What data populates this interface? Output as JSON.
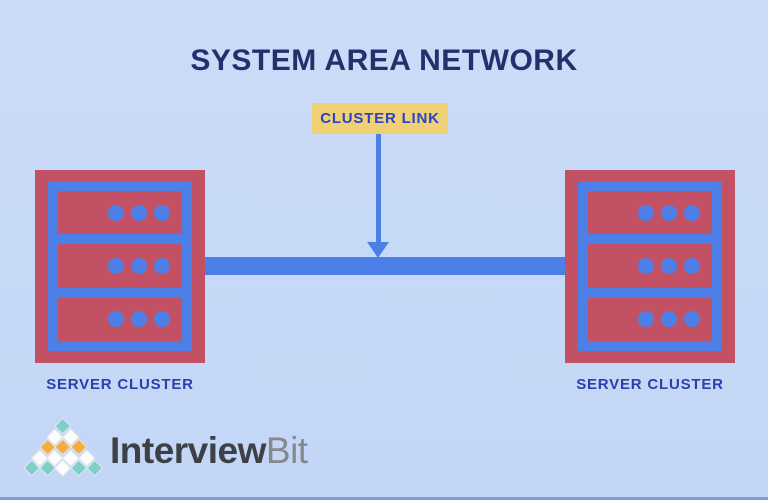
{
  "title": "SYSTEM AREA NETWORK",
  "cluster_link": {
    "label": "CLUSTER LINK",
    "bg": "#efd077",
    "text_color": "#2a44c2"
  },
  "connector": {
    "color": "#4c80e8",
    "style": "thick horizontal bar with downward arrow from cluster link label"
  },
  "servers": {
    "left": {
      "label": "SERVER CLUSTER"
    },
    "right": {
      "label": "SERVER CLUSTER"
    },
    "rows_per_server": 3,
    "dots_per_row": 3,
    "body_color": "#c25263",
    "frame_color": "#4c80e8"
  },
  "logo": {
    "text_primary": "Interview",
    "text_secondary": "Bit",
    "pyramid_rows": [
      [
        "teal"
      ],
      [
        "white",
        "white"
      ],
      [
        "orange",
        "orange",
        "orange"
      ],
      [
        "white",
        "white",
        "white",
        "white"
      ],
      [
        "teal",
        "teal",
        "white",
        "teal",
        "teal"
      ]
    ],
    "palette": {
      "teal": "#7fcfc8",
      "orange": "#f6ac44",
      "white": "#fdfdfd"
    }
  },
  "colors": {
    "background": "#c6d9f7",
    "title_navy": "#272e6d",
    "label_blue": "#2b3fae",
    "connector_blue": "#4c80e8",
    "server_red": "#c25263",
    "callout_yellow": "#efd077",
    "bottom_edge": "#7d9bd3"
  }
}
